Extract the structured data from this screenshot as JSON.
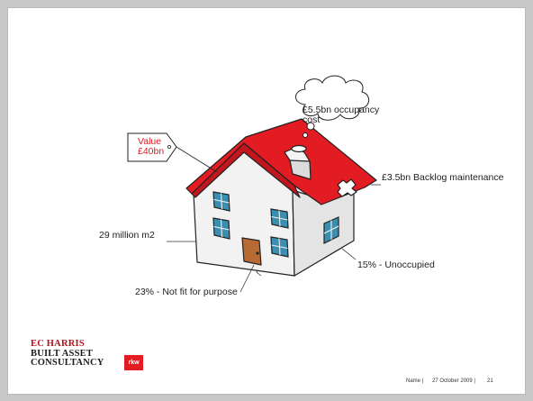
{
  "slide": {
    "price_tag": {
      "line1": "Value",
      "line2": "£40bn"
    },
    "cloud": {
      "line1": "£5.5bn occupancy",
      "line2": "cost"
    },
    "labels": {
      "backlog": "£3.5bn Backlog maintenance",
      "area": "29 million m2",
      "unoccupied": "15% - Unoccupied",
      "unfit": "23% - Not fit for purpose"
    },
    "logo": {
      "line1": "EC HARRIS",
      "line2": "BUILT ASSET",
      "line3": "CONSULTANCY",
      "partner": "rkw"
    },
    "footer": {
      "name": "Name |",
      "date": "27 October 2009 |",
      "page": "21"
    }
  },
  "colors": {
    "roof": "#e31b23",
    "accent": "#e31b23",
    "door": "#b86a35",
    "window": "#3a8fb0"
  }
}
